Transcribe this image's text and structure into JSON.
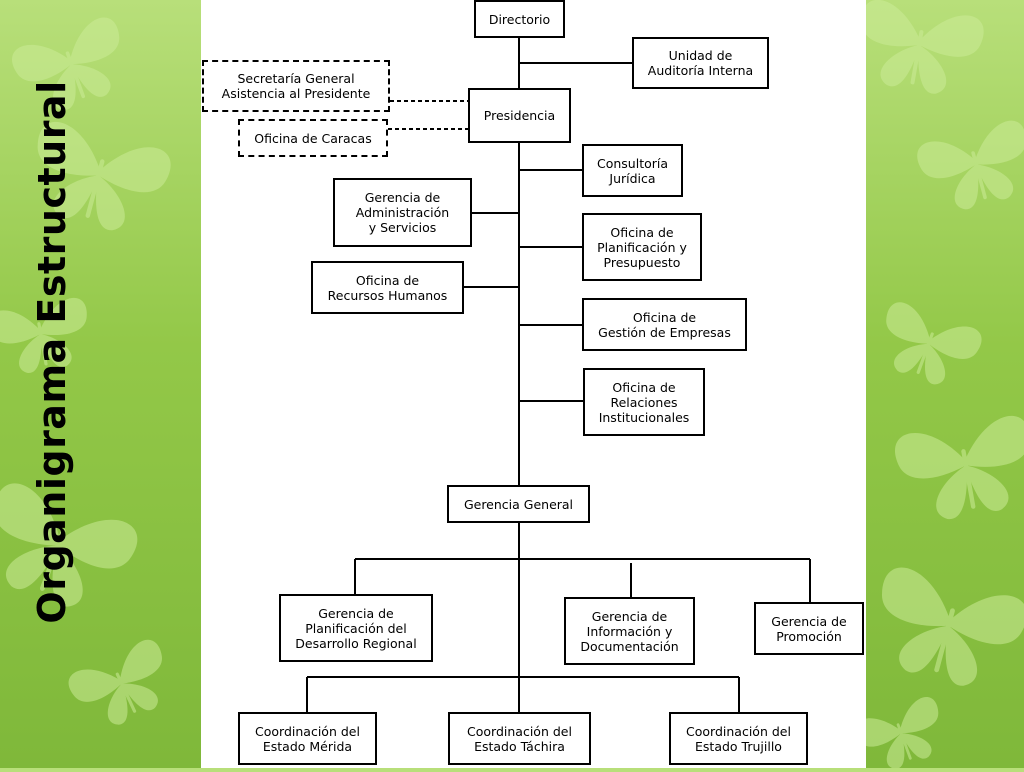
{
  "title": "Organigrama Estructural",
  "colors": {
    "background_top": "#b8df7a",
    "background_bottom": "#7fb83a",
    "butterfly": "#ccec98",
    "panel": "#ffffff",
    "line": "#000000"
  },
  "nodes": {
    "directorio": "Directorio",
    "unidad_auditoria": "Unidad de\nAuditoría Interna",
    "secretaria_general": "Secretaría General\nAsistencia al Presidente",
    "oficina_caracas": "Oficina de Caracas",
    "presidencia": "Presidencia",
    "consultoria_juridica": "Consultoría\nJurídica",
    "gerencia_administracion": "Gerencia de\nAdministración\ny Servicios",
    "oficina_planificacion": "Oficina de\nPlanificación y\nPresupuesto",
    "oficina_rrhh": "Oficina de\nRecursos Humanos",
    "oficina_gestion_empresas": "Oficina de\nGestión de Empresas",
    "oficina_relaciones": "Oficina de\nRelaciones\nInstitucionales",
    "gerencia_general": "Gerencia General",
    "gerencia_planificacion_desarrollo": "Gerencia de\nPlanificación del\nDesarrollo Regional",
    "gerencia_informacion": "Gerencia de\nInformación y\nDocumentación",
    "gerencia_promocion": "Gerencia de\nPromoción",
    "coord_merida": "Coordinación del\nEstado Mérida",
    "coord_tachira": "Coordinación del\nEstado Táchira",
    "coord_trujillo": "Coordinación del\nEstado Trujillo"
  }
}
